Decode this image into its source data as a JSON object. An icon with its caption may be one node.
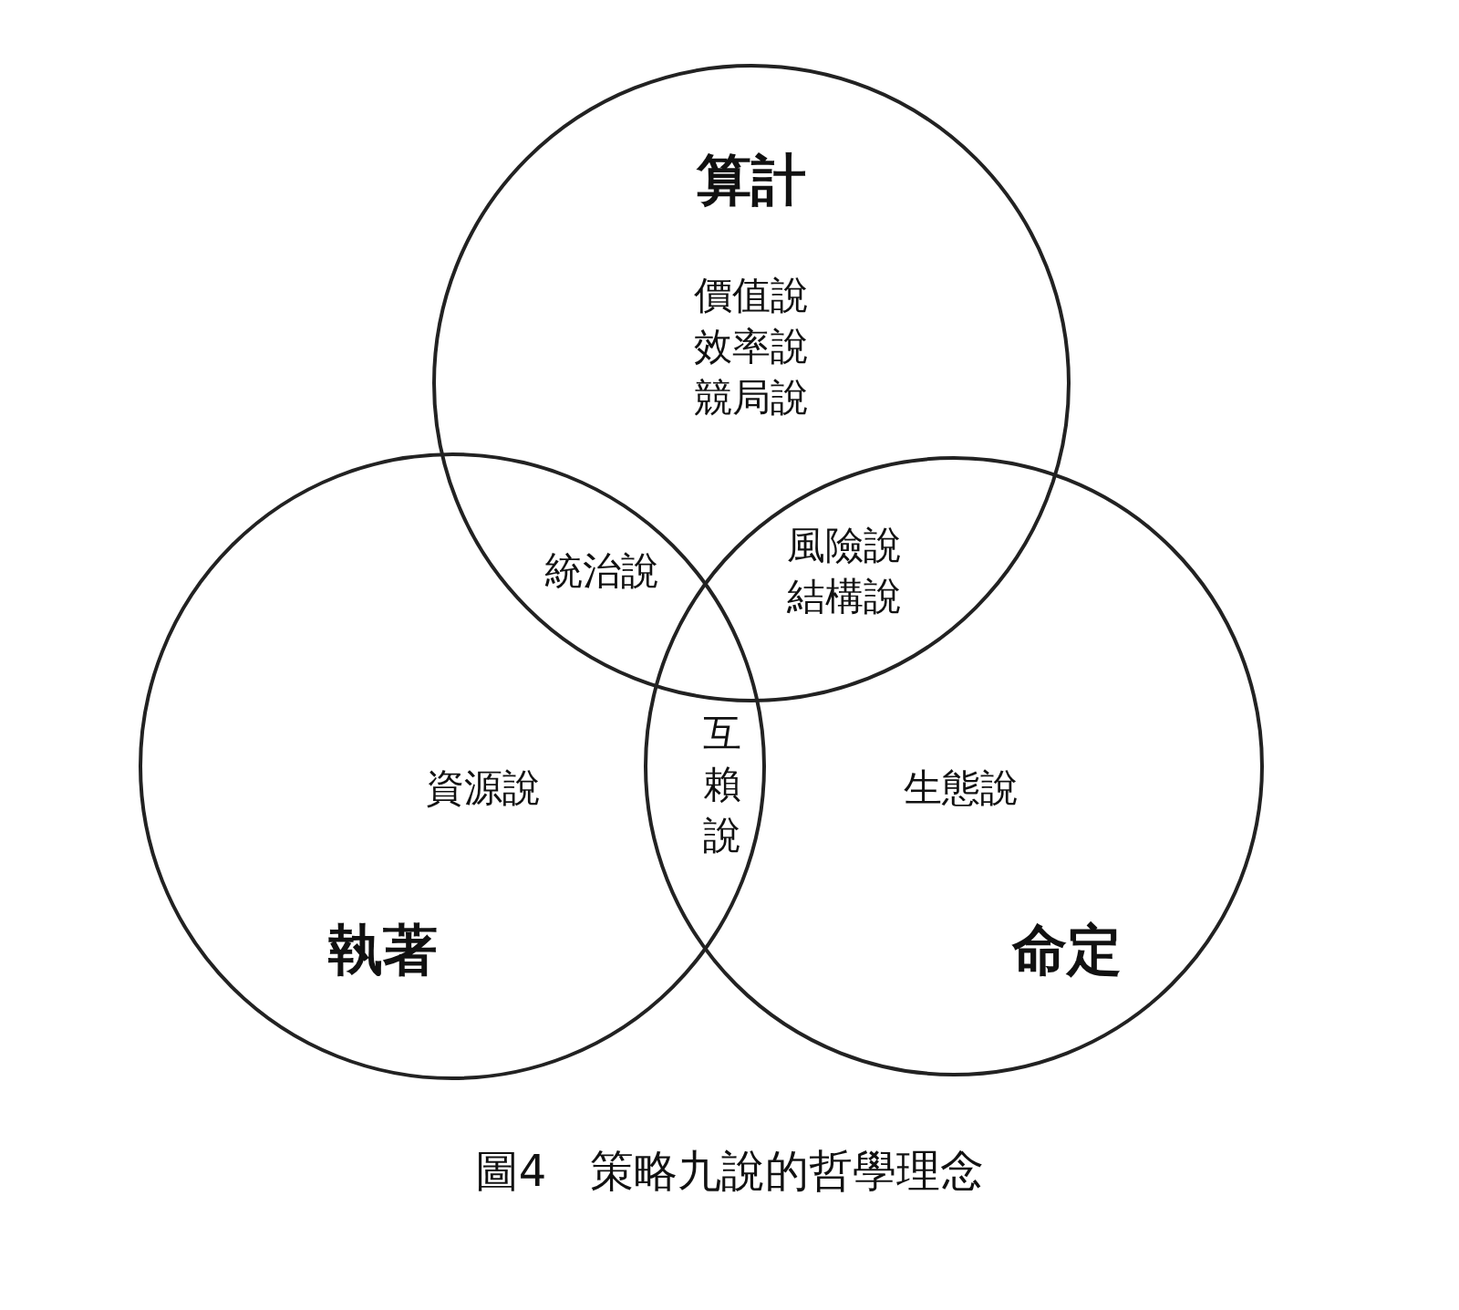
{
  "diagram": {
    "caption": "圖4　策略九說的哲學理念",
    "nodes": [
      {
        "text": [
          "算計",
          "價值說效率說競局說"
        ]
      },
      {
        "text": [
          "資源說",
          "執著"
        ]
      },
      {
        "text": [
          "生態說",
          "命定"
        ]
      }
    ],
    "labels": [
      "統治說",
      "風險說結構說",
      "互賴說"
    ]
  }
}
